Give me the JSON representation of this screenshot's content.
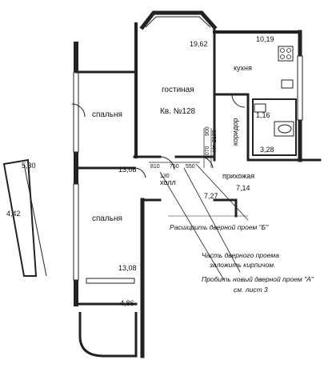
{
  "apartment": "Кв. №128",
  "rooms": {
    "living": {
      "name": "гостиная",
      "area": "19,62"
    },
    "kitchen": {
      "name": "кухня",
      "area": "10,19"
    },
    "bedroom_top": {
      "name": "спальня",
      "area": "13,08"
    },
    "bedroom_bottom": {
      "name": "спальня",
      "area": "13,08"
    },
    "hall": {
      "name": "холл",
      "area": "7,27"
    },
    "entry": {
      "name": "прихожая",
      "area": "7,14"
    },
    "corridor": {
      "name": "коридор",
      "area": "3,28"
    },
    "bath": {
      "area": "1,16"
    },
    "balcony_left": {
      "area_top": "5,30",
      "area_bottom": "4,42"
    },
    "balcony_bottom": {
      "area": "4,86"
    }
  },
  "dimensions": {
    "d1": "810",
    "d2": "750",
    "d3": "550",
    "d4": "130",
    "v1": "2070",
    "v2": "900",
    "v3": "2100",
    "v4": "Н="
  },
  "notes": {
    "n1": "Расширить дверной проем \"Б\"",
    "n2": "Часть дверного проема",
    "n3": "заложить кирпичом.",
    "n4": "Пробить новый дверной проем \"А\"",
    "n5": "см. лист 3"
  }
}
